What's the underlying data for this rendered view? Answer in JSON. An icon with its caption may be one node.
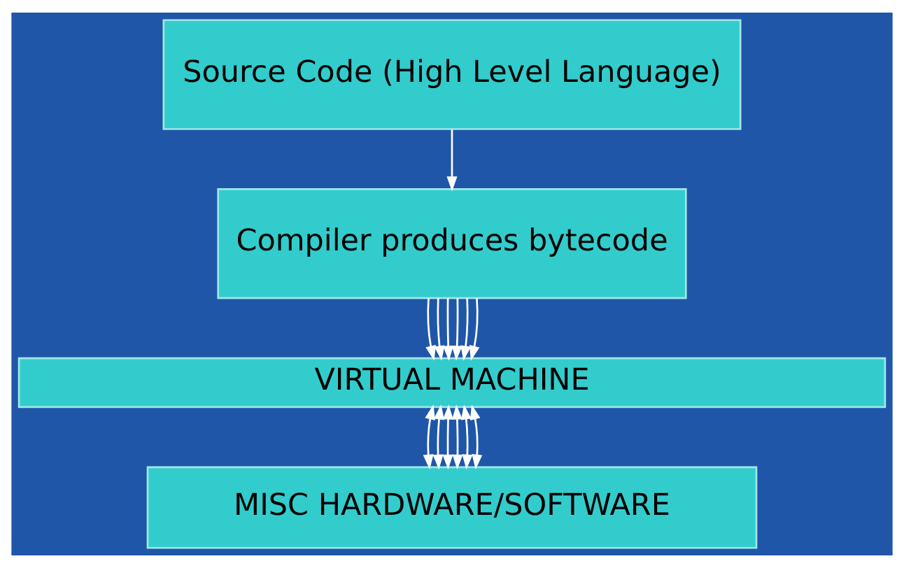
{
  "diagram": {
    "nodes": [
      {
        "text": [
          "Source Code (High Level Language)"
        ]
      },
      {
        "text": [
          "Compiler produces bytecode"
        ]
      },
      {
        "text": [
          "VIRTUAL MACHINE"
        ]
      },
      {
        "text": [
          "MISC HARDWARE/SOFTWARE"
        ]
      }
    ],
    "edges": [
      {
        "from": 0,
        "to": 1,
        "arrow": "to"
      },
      {
        "from": 1,
        "to": 2,
        "arrow": "to"
      },
      {
        "from": 1,
        "to": 2,
        "arrow": "to"
      },
      {
        "from": 1,
        "to": 2,
        "arrow": "to"
      },
      {
        "from": 1,
        "to": 2,
        "arrow": "to"
      },
      {
        "from": 1,
        "to": 2,
        "arrow": "to"
      },
      {
        "from": 1,
        "to": 2,
        "arrow": "to"
      },
      {
        "from": 2,
        "to": 3,
        "arrow": "both"
      },
      {
        "from": 2,
        "to": 3,
        "arrow": "both"
      },
      {
        "from": 2,
        "to": 3,
        "arrow": "both"
      },
      {
        "from": 2,
        "to": 3,
        "arrow": "both"
      },
      {
        "from": 2,
        "to": 3,
        "arrow": "both"
      },
      {
        "from": 2,
        "to": 3,
        "arrow": "both"
      }
    ]
  }
}
